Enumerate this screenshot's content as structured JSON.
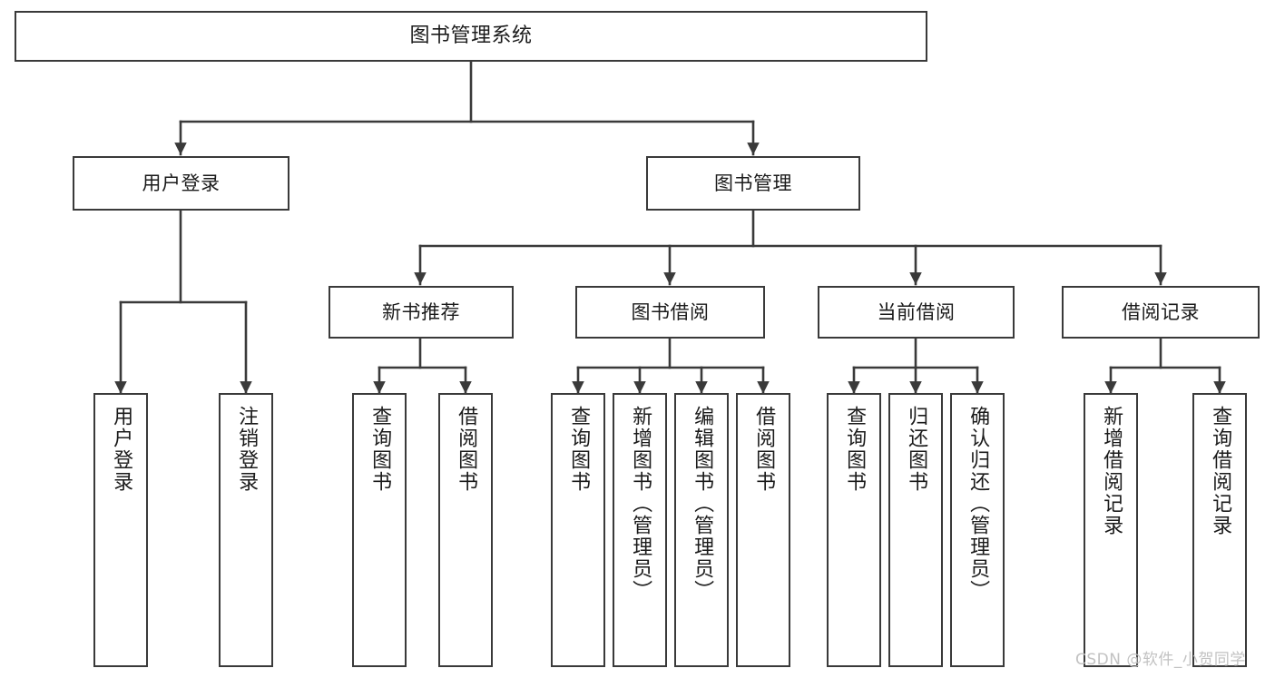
{
  "diagram": {
    "title": "图书管理系统",
    "type": "tree-hierarchy",
    "watermark": "CSDN @软件_小贺同学",
    "colors": {
      "box_border": "#3a3a3a",
      "box_fill": "#ffffff",
      "edge": "#3a3a3a",
      "text": "#1b1b1b",
      "watermark": "#c2c2c2"
    },
    "root": {
      "label": "图书管理系统"
    },
    "level1": [
      {
        "label": "用户登录"
      },
      {
        "label": "图书管理"
      }
    ],
    "level2": [
      {
        "label": "新书推荐"
      },
      {
        "label": "图书借阅"
      },
      {
        "label": "当前借阅"
      },
      {
        "label": "借阅记录"
      }
    ],
    "leaves": {
      "user_login": [
        {
          "label": "用户登录"
        },
        {
          "label": "注销登录"
        }
      ],
      "new_book_recommend": [
        {
          "label": "查询图书"
        },
        {
          "label": "借阅图书"
        }
      ],
      "book_borrow": [
        {
          "label": "查询图书"
        },
        {
          "label": "新增图书（管理员）"
        },
        {
          "label": "编辑图书（管理员）"
        },
        {
          "label": "借阅图书"
        }
      ],
      "current_borrow": [
        {
          "label": "查询图书"
        },
        {
          "label": "归还图书"
        },
        {
          "label": "确认归还（管理员）"
        }
      ],
      "borrow_record": [
        {
          "label": "新增借阅记录"
        },
        {
          "label": "查询借阅记录"
        }
      ]
    }
  }
}
